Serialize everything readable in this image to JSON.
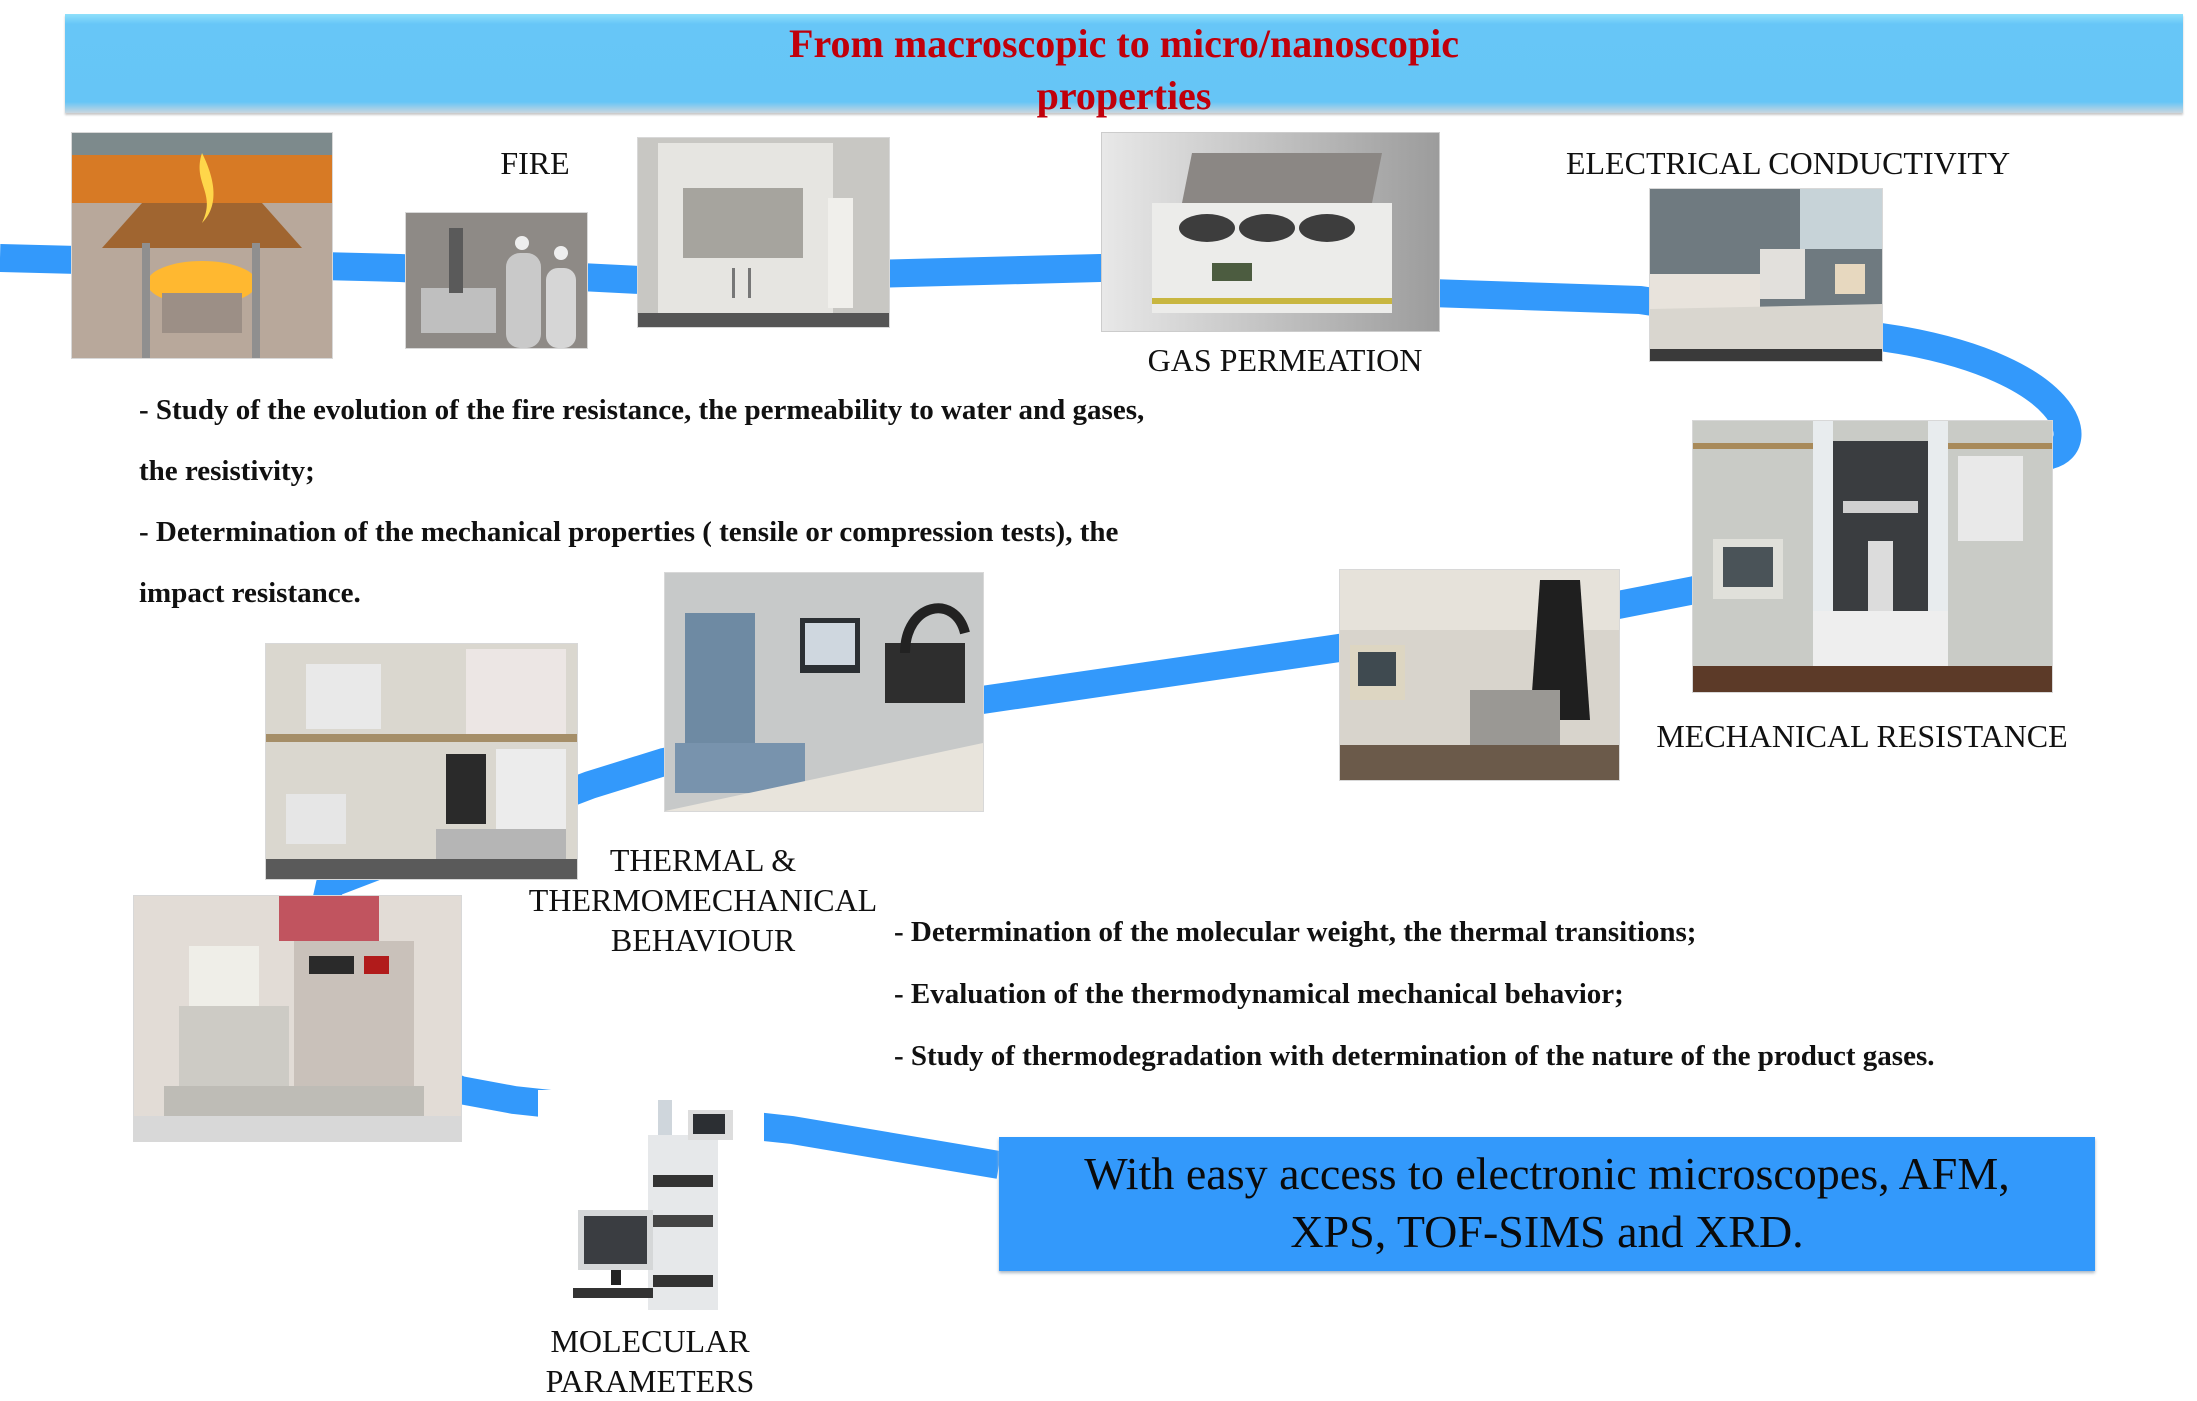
{
  "header": {
    "title_line1": "From  macroscopic to micro/nanoscopic",
    "title_line2": "properties"
  },
  "colors": {
    "title_bar": "#66c5f6",
    "title_text": "#c0000b",
    "path": "#3399fb",
    "access_box": "#3399fb"
  },
  "labels": {
    "fire": "FIRE",
    "gas_permeation": "GAS PERMEATION",
    "electrical_conductivity": "ELECTRICAL CONDUCTIVITY",
    "mechanical_resistance": "MECHANICAL RESISTANCE",
    "thermal": [
      "THERMAL &",
      "THERMOMECHANICAL",
      "BEHAVIOUR"
    ],
    "molecular": [
      "MOLECULAR",
      "PARAMETERS"
    ]
  },
  "macro_description": [
    "- Study of the evolution of the fire resistance, the permeability to water and gases,",
    "the resistivity;",
    "- Determination of the mechanical properties ( tensile or compression tests), the",
    "impact resistance."
  ],
  "micro_description": [
    "-  Determination of the molecular weight, the thermal transitions;",
    "-  Evaluation of the thermodynamical mechanical behavior;",
    "- Study of thermodegradation with determination of the nature of the product gases."
  ],
  "access_note": {
    "line1": "With easy access to electronic microscopes, AFM,",
    "line2": "XPS, TOF-SIMS and XRD."
  },
  "photos": [
    {
      "name": "fire-cone-calorimeter-photo",
      "subject": "fire test burner with flame"
    },
    {
      "name": "gas-cylinders-photo",
      "subject": "gas cylinders and apparatus"
    },
    {
      "name": "fire-cabinet-photo",
      "subject": "fire test cabinet"
    },
    {
      "name": "gas-permeation-photo",
      "subject": "gas permeation analyzer"
    },
    {
      "name": "electrical-conductivity-photo",
      "subject": "electrical measurement bench"
    },
    {
      "name": "tensile-tester-photo",
      "subject": "tensile testing machine"
    },
    {
      "name": "impact-tester-photo",
      "subject": "impact testing machine"
    },
    {
      "name": "dma-photo",
      "subject": "dynamic mechanical analyzer"
    },
    {
      "name": "tga-photo",
      "subject": "thermogravimetric analyzer"
    },
    {
      "name": "dsc-photo",
      "subject": "differential scanning calorimeter"
    },
    {
      "name": "hplc-gpc-photo",
      "subject": "chromatography system with computer"
    }
  ]
}
